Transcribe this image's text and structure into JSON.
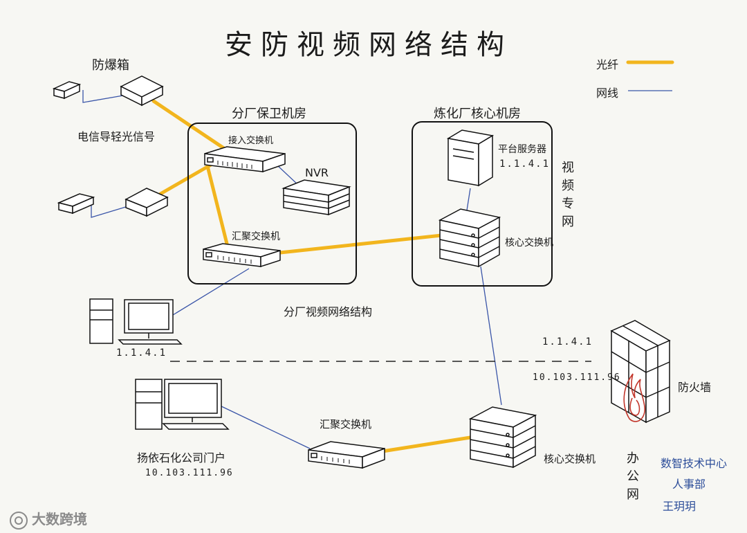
{
  "title": "安防视频网络结构",
  "legend": {
    "fiber_label": "光纤",
    "cable_label": "网线",
    "fiber_color": "#f2b51d",
    "cable_color": "#3a55a8"
  },
  "labels": {
    "explosion_box": "防爆箱",
    "telecom_fiber": "电信导轻光信号",
    "security_room": "分厂保卫机房",
    "access_switch": "接入交换机",
    "nvr": "NVR",
    "aggregation_switch_top": "汇聚交换机",
    "factory_network": "分厂视频网络结构",
    "ip_left_top": "1.1.4.1",
    "core_room": "炼化厂核心机房",
    "platform_server": "平台服务器",
    "platform_ip": "1.1.4.1",
    "video_private_net": "视频专网",
    "core_switch_top": "核心交换机",
    "ip_right_top": "1.1.4.1",
    "ip_right_bottom": "10.103.111.96",
    "firewall": "防火墙",
    "user_pc": "扬依石化公司门户",
    "user_ip": "10.103.111.96",
    "aggregation_switch_bottom": "汇聚交换机",
    "core_switch_bottom": "核心交换机",
    "office_net": "办公网",
    "dept_it": "数智技术中心",
    "dept_hr": "人事部",
    "dept_person": "王玥玥"
  },
  "watermark": "大数跨境"
}
